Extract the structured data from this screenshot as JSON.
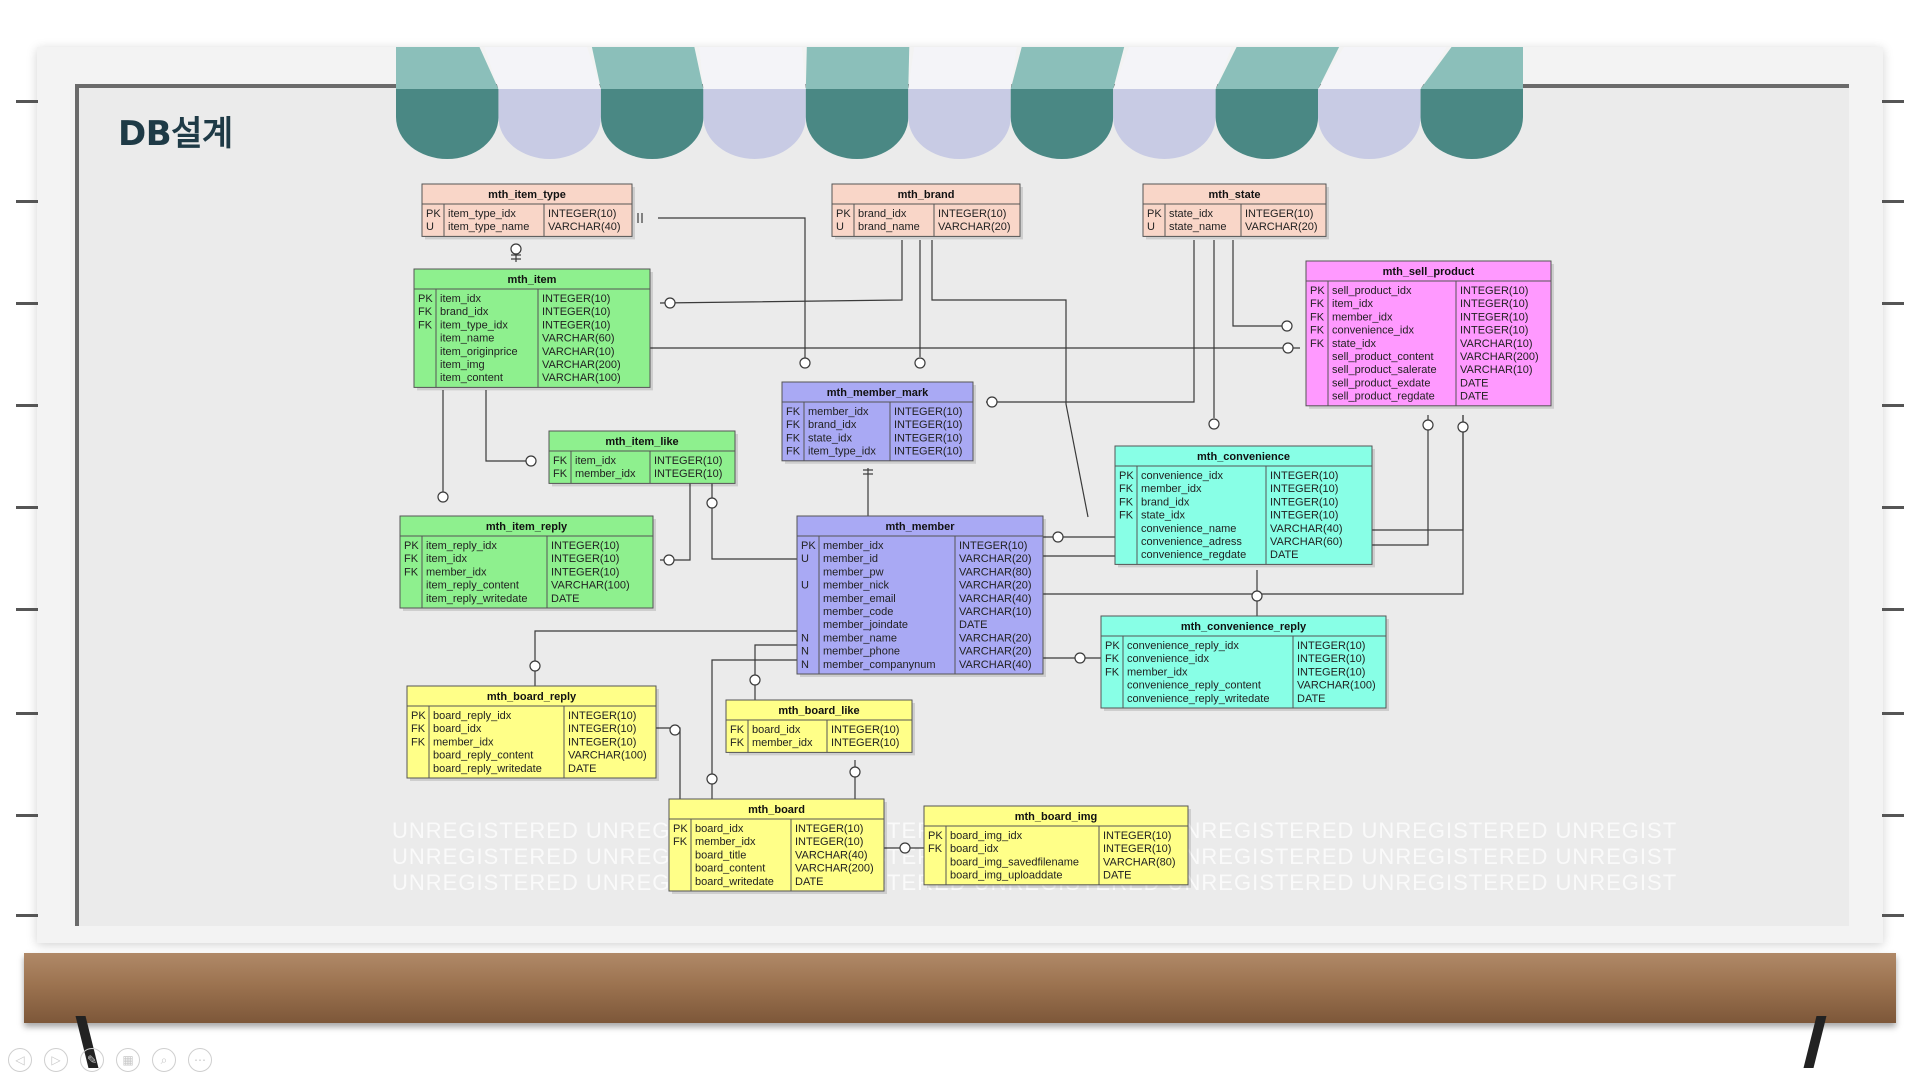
{
  "slide_title": "DB설계",
  "watermark": "UNREGISTERED UNREGISTERED UNREGISTERED UNREGISTERED UNREGISTERED UNREGISTERED UNREGIST",
  "colors": {
    "pink": "#f9d6c8",
    "green": "#8ef08e",
    "violet": "#a9a9f4",
    "magenta": "#ff99ff",
    "cyan": "#88ffe6",
    "yellow": "#ffff88"
  },
  "tables": [
    {
      "id": "mth_item_type",
      "name": "mth_item_type",
      "color": "pink",
      "rows": [
        [
          "PK",
          "item_type_idx",
          "INTEGER(10)"
        ],
        [
          "U",
          "item_type_name",
          "VARCHAR(40)"
        ]
      ]
    },
    {
      "id": "mth_brand",
      "name": "mth_brand",
      "color": "pink",
      "rows": [
        [
          "PK",
          "brand_idx",
          "INTEGER(10)"
        ],
        [
          "U",
          "brand_name",
          "VARCHAR(20)"
        ]
      ]
    },
    {
      "id": "mth_state",
      "name": "mth_state",
      "color": "pink",
      "rows": [
        [
          "PK",
          "state_idx",
          "INTEGER(10)"
        ],
        [
          "U",
          "state_name",
          "VARCHAR(20)"
        ]
      ]
    },
    {
      "id": "mth_sell_product",
      "name": "mth_sell_product",
      "color": "magenta",
      "rows": [
        [
          "PK",
          "sell_product_idx",
          "INTEGER(10)"
        ],
        [
          "FK",
          "item_idx",
          "INTEGER(10)"
        ],
        [
          "FK",
          "member_idx",
          "INTEGER(10)"
        ],
        [
          "FK",
          "convenience_idx",
          "INTEGER(10)"
        ],
        [
          "FK",
          "state_idx",
          "VARCHAR(10)"
        ],
        [
          "",
          "sell_product_content",
          "VARCHAR(200)"
        ],
        [
          "",
          "sell_product_salerate",
          "VARCHAR(10)"
        ],
        [
          "",
          "sell_product_exdate",
          "DATE"
        ],
        [
          "",
          "sell_product_regdate",
          "DATE"
        ]
      ]
    },
    {
      "id": "mth_item",
      "name": "mth_item",
      "color": "green",
      "rows": [
        [
          "PK",
          "item_idx",
          "INTEGER(10)"
        ],
        [
          "FK",
          "brand_idx",
          "INTEGER(10)"
        ],
        [
          "FK",
          "item_type_idx",
          "INTEGER(10)"
        ],
        [
          "",
          "item_name",
          "VARCHAR(60)"
        ],
        [
          "",
          "item_originprice",
          "VARCHAR(10)"
        ],
        [
          "",
          "item_img",
          "VARCHAR(200)"
        ],
        [
          "",
          "item_content",
          "VARCHAR(100)"
        ]
      ]
    },
    {
      "id": "mth_member_mark",
      "name": "mth_member_mark",
      "color": "violet",
      "rows": [
        [
          "FK",
          "member_idx",
          "INTEGER(10)"
        ],
        [
          "FK",
          "brand_idx",
          "INTEGER(10)"
        ],
        [
          "FK",
          "state_idx",
          "INTEGER(10)"
        ],
        [
          "FK",
          "item_type_idx",
          "INTEGER(10)"
        ]
      ]
    },
    {
      "id": "mth_item_like",
      "name": "mth_item_like",
      "color": "green",
      "rows": [
        [
          "FK",
          "item_idx",
          "INTEGER(10)"
        ],
        [
          "FK",
          "member_idx",
          "INTEGER(10)"
        ]
      ]
    },
    {
      "id": "mth_convenience",
      "name": "mth_convenience",
      "color": "cyan",
      "rows": [
        [
          "PK",
          "convenience_idx",
          "INTEGER(10)"
        ],
        [
          "FK",
          "member_idx",
          "INTEGER(10)"
        ],
        [
          "FK",
          "brand_idx",
          "INTEGER(10)"
        ],
        [
          "FK",
          "state_idx",
          "INTEGER(10)"
        ],
        [
          "",
          "convenience_name",
          "VARCHAR(40)"
        ],
        [
          "",
          "convenience_adress",
          "VARCHAR(60)"
        ],
        [
          "",
          "convenience_regdate",
          "DATE"
        ]
      ]
    },
    {
      "id": "mth_item_reply",
      "name": "mth_item_reply",
      "color": "green",
      "rows": [
        [
          "PK",
          "item_reply_idx",
          "INTEGER(10)"
        ],
        [
          "FK",
          "item_idx",
          "INTEGER(10)"
        ],
        [
          "FK",
          "member_idx",
          "INTEGER(10)"
        ],
        [
          "",
          "item_reply_content",
          "VARCHAR(100)"
        ],
        [
          "",
          "item_reply_writedate",
          "DATE"
        ]
      ]
    },
    {
      "id": "mth_member",
      "name": "mth_member",
      "color": "violet",
      "rows": [
        [
          "PK",
          "member_idx",
          "INTEGER(10)"
        ],
        [
          "U",
          "member_id",
          "VARCHAR(20)"
        ],
        [
          "",
          "member_pw",
          "VARCHAR(80)"
        ],
        [
          "U",
          "member_nick",
          "VARCHAR(20)"
        ],
        [
          "",
          "member_email",
          "VARCHAR(40)"
        ],
        [
          "",
          "member_code",
          "VARCHAR(10)"
        ],
        [
          "",
          "member_joindate",
          "DATE"
        ],
        [
          "N",
          "member_name",
          "VARCHAR(20)"
        ],
        [
          "N",
          "member_phone",
          "VARCHAR(20)"
        ],
        [
          "N",
          "member_companynum",
          "VARCHAR(40)"
        ]
      ]
    },
    {
      "id": "mth_convenience_reply",
      "name": "mth_convenience_reply",
      "color": "cyan",
      "rows": [
        [
          "PK",
          "convenience_reply_idx",
          "INTEGER(10)"
        ],
        [
          "FK",
          "convenience_idx",
          "INTEGER(10)"
        ],
        [
          "FK",
          "member_idx",
          "INTEGER(10)"
        ],
        [
          "",
          "convenience_reply_content",
          "VARCHAR(100)"
        ],
        [
          "",
          "convenience_reply_writedate",
          "DATE"
        ]
      ]
    },
    {
      "id": "mth_board_reply",
      "name": "mth_board_reply",
      "color": "yellow",
      "rows": [
        [
          "PK",
          "board_reply_idx",
          "INTEGER(10)"
        ],
        [
          "FK",
          "board_idx",
          "INTEGER(10)"
        ],
        [
          "FK",
          "member_idx",
          "INTEGER(10)"
        ],
        [
          "",
          "board_reply_content",
          "VARCHAR(100)"
        ],
        [
          "",
          "board_reply_writedate",
          "DATE"
        ]
      ]
    },
    {
      "id": "mth_board_like",
      "name": "mth_board_like",
      "color": "yellow",
      "rows": [
        [
          "FK",
          "board_idx",
          "INTEGER(10)"
        ],
        [
          "FK",
          "member_idx",
          "INTEGER(10)"
        ]
      ]
    },
    {
      "id": "mth_board",
      "name": "mth_board",
      "color": "yellow",
      "rows": [
        [
          "PK",
          "board_idx",
          "INTEGER(10)"
        ],
        [
          "FK",
          "member_idx",
          "INTEGER(10)"
        ],
        [
          "",
          "board_title",
          "VARCHAR(40)"
        ],
        [
          "",
          "board_content",
          "VARCHAR(200)"
        ],
        [
          "",
          "board_writedate",
          "DATE"
        ]
      ]
    },
    {
      "id": "mth_board_img",
      "name": "mth_board_img",
      "color": "yellow",
      "rows": [
        [
          "PK",
          "board_img_idx",
          "INTEGER(10)"
        ],
        [
          "FK",
          "board_idx",
          "INTEGER(10)"
        ],
        [
          "",
          "board_img_savedfilename",
          "VARCHAR(80)"
        ],
        [
          "",
          "board_img_uploaddate",
          "DATE"
        ]
      ]
    }
  ]
}
